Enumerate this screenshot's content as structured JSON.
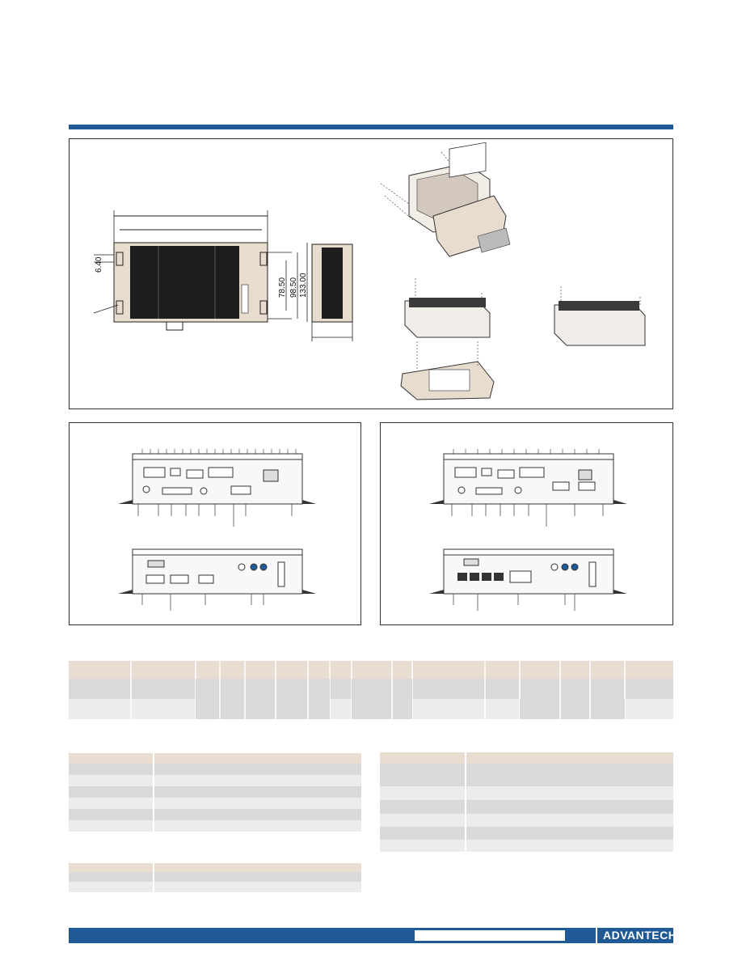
{
  "dimensions": {
    "labels": [
      "6.40",
      "78.50",
      "98.50",
      "133.00"
    ]
  },
  "footer": {
    "brand": "ADVANTECH"
  },
  "colors": {
    "accent_blue": "#1f5a96",
    "header_beige": "#e9ddd2",
    "row_gray_dark": "#d9d9d9",
    "row_gray_light": "#ececec"
  },
  "icons": {
    "dimension_drawing": "mechanical-drawing",
    "mounting_drawings": "mounting-diagram",
    "io_views": "io-panel-drawing"
  }
}
